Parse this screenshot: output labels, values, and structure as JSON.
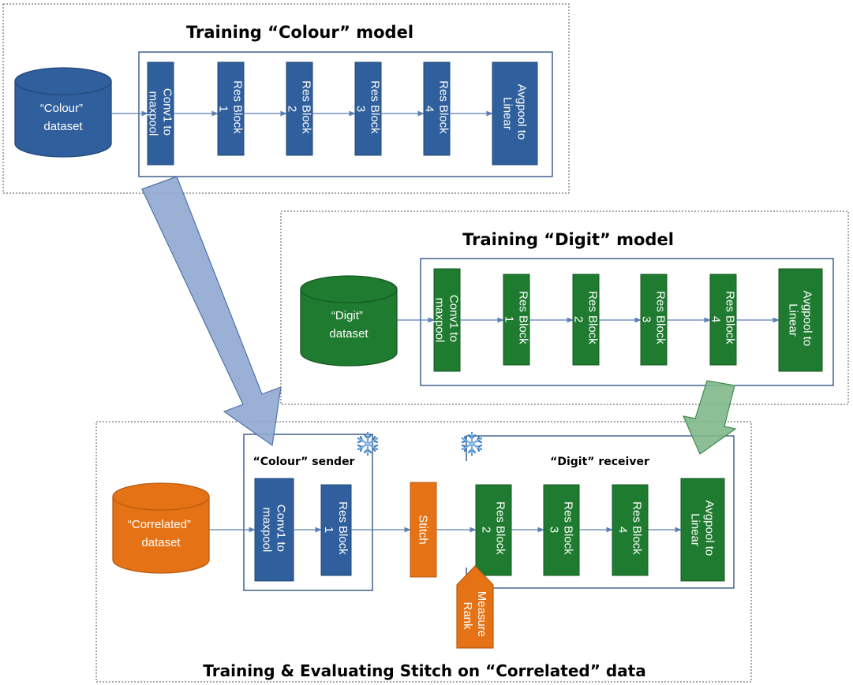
{
  "colour_panel": {
    "title": "Training “Colour” model",
    "dataset": [
      "“Colour”",
      "dataset"
    ],
    "blocks": [
      [
        "Conv1 to",
        "maxpool"
      ],
      [
        "Res Block",
        "1"
      ],
      [
        "Res Block",
        "2"
      ],
      [
        "Res Block",
        "3"
      ],
      [
        "Res Block",
        "4"
      ],
      [
        "Avgpool to",
        "Linear"
      ]
    ]
  },
  "digit_panel": {
    "title": "Training “Digit” model",
    "dataset": [
      "“Digit”",
      "dataset"
    ],
    "blocks": [
      [
        "Conv1 to",
        "maxpool"
      ],
      [
        "Res Block",
        "1"
      ],
      [
        "Res Block",
        "2"
      ],
      [
        "Res Block",
        "3"
      ],
      [
        "Res Block",
        "4"
      ],
      [
        "Avgpool to",
        "Linear"
      ]
    ]
  },
  "stitch_panel": {
    "title": "Training & Evaluating Stitch on “Correlated” data",
    "dataset": [
      "“Correlated”",
      "dataset"
    ],
    "sender_label": "“Colour” sender",
    "receiver_label": "“Digit” receiver",
    "sender_blocks": [
      [
        "Conv1 to",
        "maxpool"
      ],
      [
        "Res Block",
        "1"
      ]
    ],
    "stitch_label": "Stitch",
    "receiver_blocks": [
      [
        "Res Block",
        "2"
      ],
      [
        "Res Block",
        "3"
      ],
      [
        "Res Block",
        "4"
      ],
      [
        "Avgpool to",
        "Linear"
      ]
    ],
    "measure": [
      "Measure",
      "Rank"
    ]
  },
  "colors": {
    "blue": "#2f5f9c",
    "blue_edge": "#24497a",
    "green": "#1e7b2f",
    "green_edge": "#155a22",
    "orange": "#e57316",
    "orange_edge": "#b85a10",
    "arrow_blue": "#8fa9d0",
    "arrow_green": "#7fb88a",
    "connector": "#5b7fb5"
  },
  "icons": [
    "snowflake-icon",
    "snowflake-icon"
  ]
}
